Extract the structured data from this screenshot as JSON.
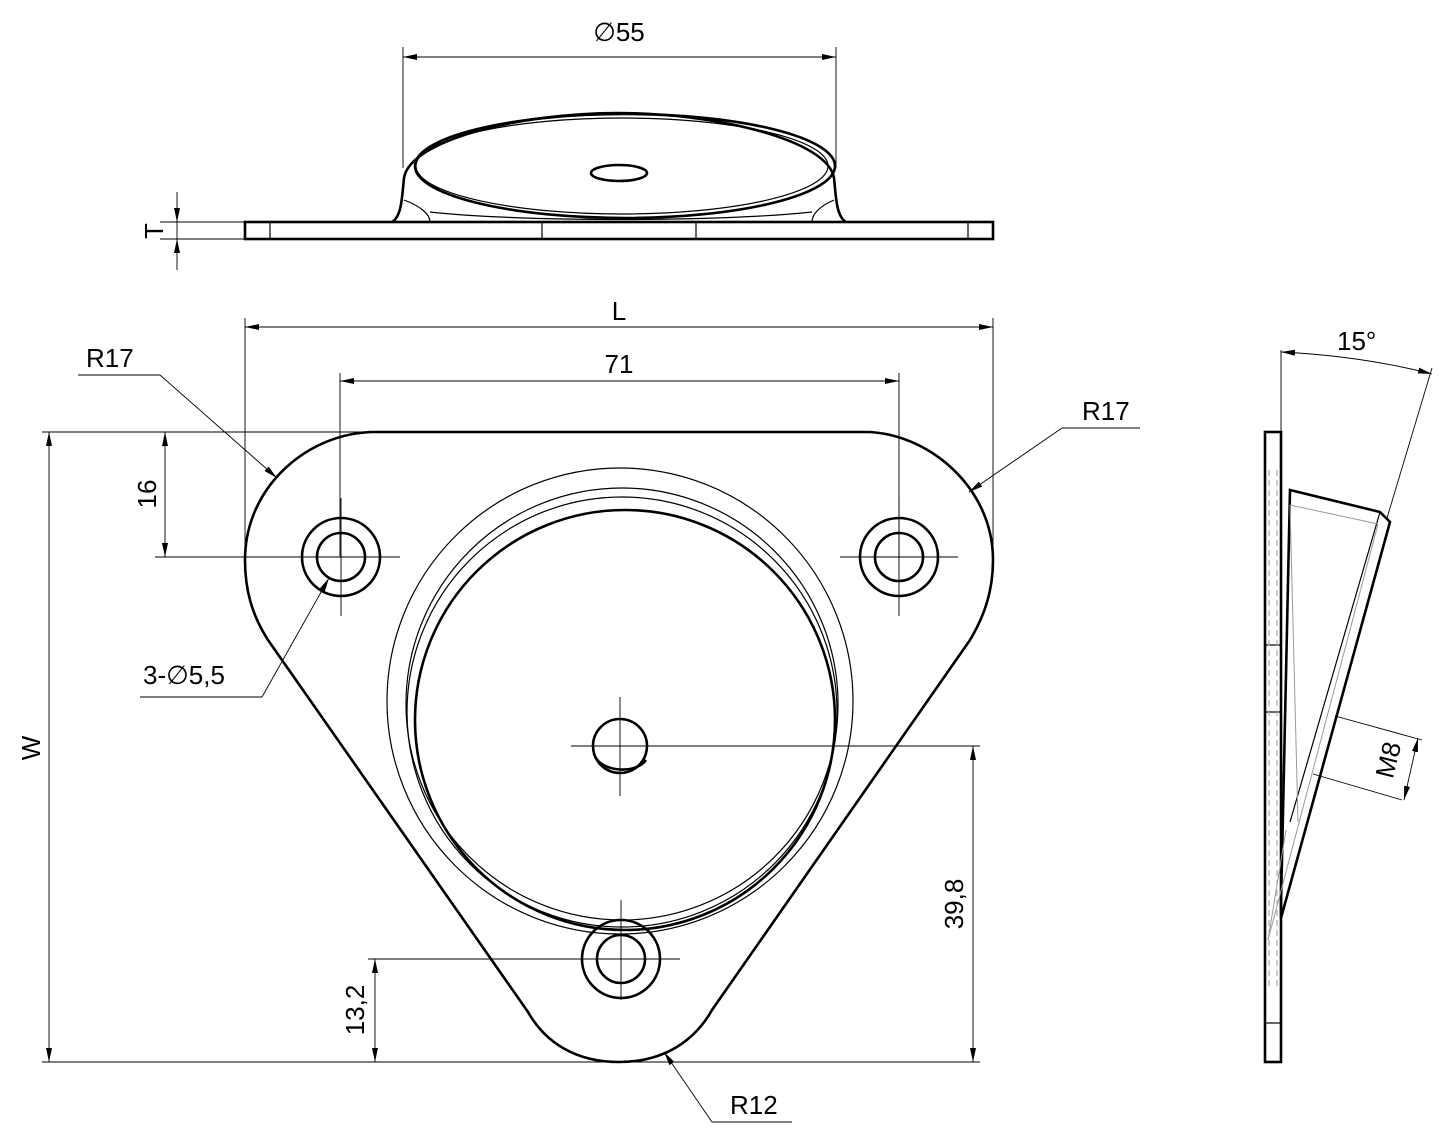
{
  "drawing": {
    "top_view": {
      "dia_label": "∅55",
      "thickness_label": "T"
    },
    "plan_view": {
      "length_label": "L",
      "hole_spacing_label": "71",
      "radius_top_left": "R17",
      "radius_top_right": "R17",
      "hole_offset_label": "16",
      "holes_label": "3-∅5,5",
      "width_label": "W",
      "center_height_label": "39,8",
      "bottom_hole_label": "13,2",
      "radius_bottom": "R12"
    },
    "side_view": {
      "angle_label": "15°",
      "thread_label": "M8"
    }
  }
}
